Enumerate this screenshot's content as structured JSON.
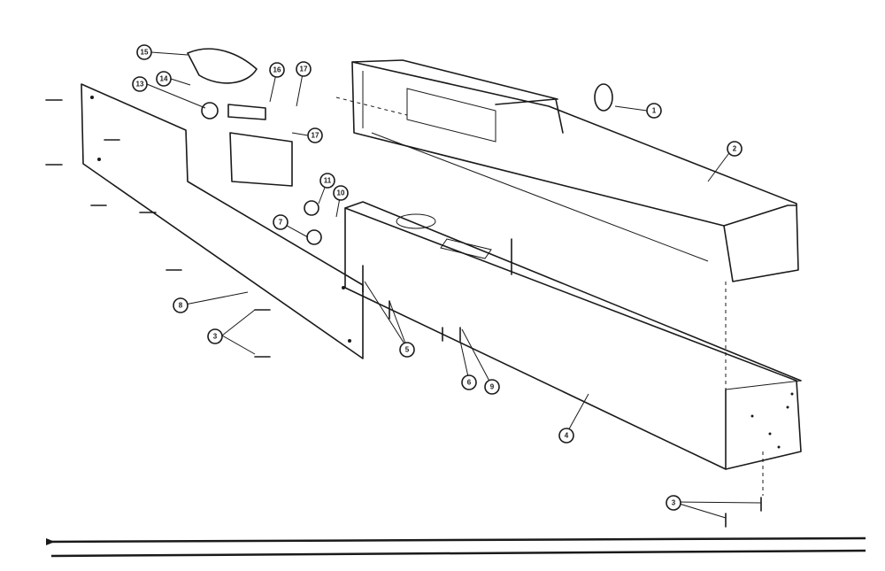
{
  "diagram": {
    "callouts": [
      {
        "id": "c-15",
        "label": "15"
      },
      {
        "id": "c-14",
        "label": "14"
      },
      {
        "id": "c-13",
        "label": "13"
      },
      {
        "id": "c-16",
        "label": "16"
      },
      {
        "id": "c-17a",
        "label": "17"
      },
      {
        "id": "c-17b",
        "label": "17"
      },
      {
        "id": "c-1",
        "label": "1"
      },
      {
        "id": "c-2",
        "label": "2"
      },
      {
        "id": "c-11",
        "label": "11"
      },
      {
        "id": "c-10",
        "label": "10"
      },
      {
        "id": "c-7",
        "label": "7"
      },
      {
        "id": "c-8",
        "label": "8"
      },
      {
        "id": "c-3",
        "label": "3"
      },
      {
        "id": "c-5",
        "label": "5"
      },
      {
        "id": "c-6",
        "label": "6"
      },
      {
        "id": "c-9",
        "label": "9"
      },
      {
        "id": "c-4",
        "label": "4"
      },
      {
        "id": "c-3b",
        "label": "3"
      }
    ]
  }
}
